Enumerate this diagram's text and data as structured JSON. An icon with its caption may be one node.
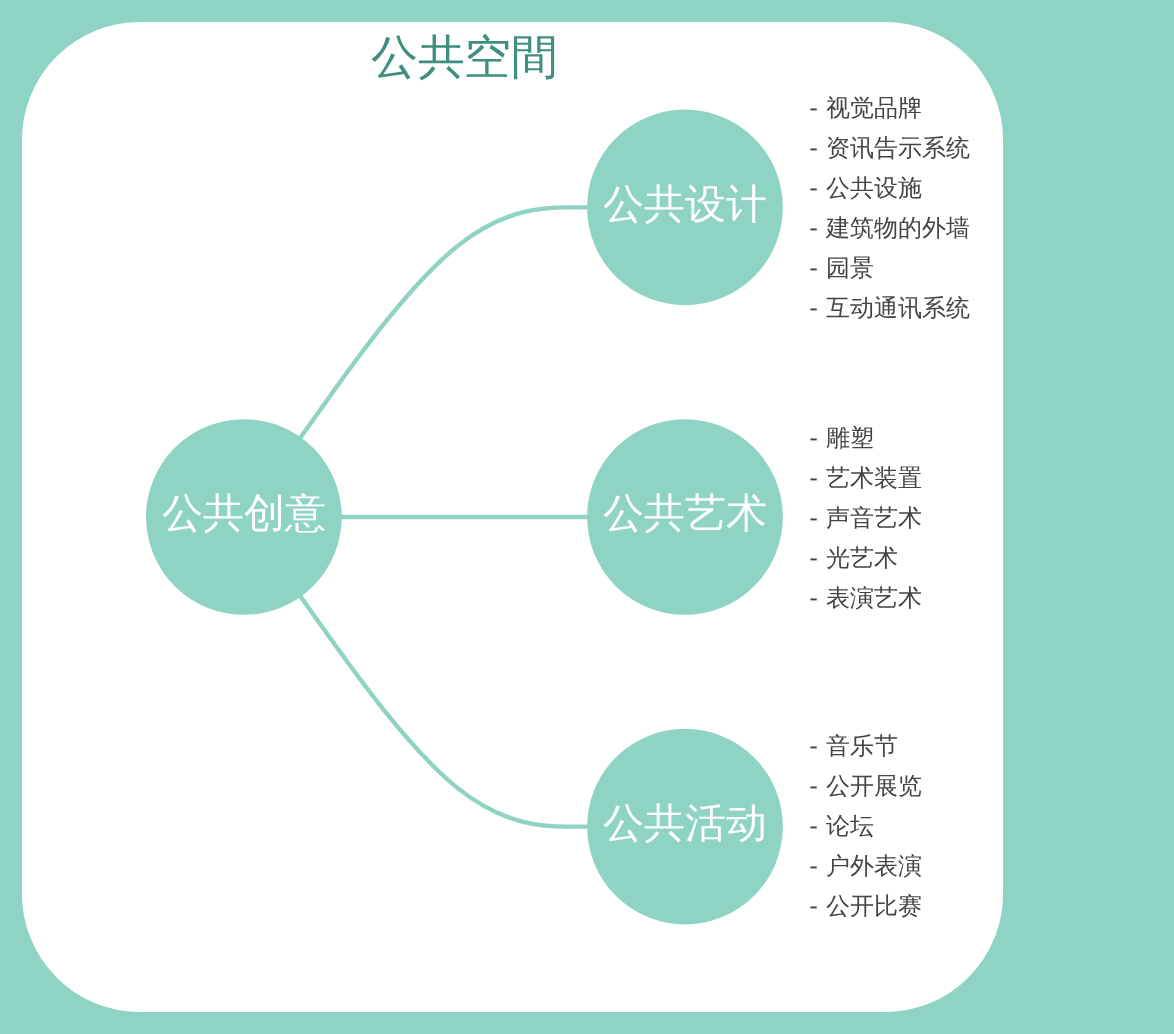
{
  "diagram": {
    "nodes": [
      {
        "text": [
          "公共空間"
        ]
      },
      {
        "text": [
          "公共创意"
        ],
        "in": 0
      },
      {
        "text": [
          "公共设计"
        ],
        "in": 0,
        "beside": [
          "- 视觉品牌",
          "- 资讯告示系统",
          "- 公共设施",
          "- 建筑物的外墙",
          "- 园景",
          "- 互动通讯系统"
        ]
      },
      {
        "text": [
          "公共艺术"
        ],
        "in": 0,
        "beside": [
          "- 雕塑",
          "- 艺术装置",
          "- 声音艺术",
          "- 光艺术",
          "- 表演艺术"
        ]
      },
      {
        "text": [
          "公共活动"
        ],
        "in": 0,
        "beside": [
          "- 音乐节",
          "- 公开展览",
          "- 论坛",
          "- 户外表演",
          "- 公开比赛"
        ]
      }
    ],
    "edges": [
      {
        "from": 1,
        "to": 2,
        "arrow": "none"
      },
      {
        "from": 1,
        "to": 3,
        "arrow": "none"
      },
      {
        "from": 1,
        "to": 4,
        "arrow": "none"
      }
    ]
  }
}
